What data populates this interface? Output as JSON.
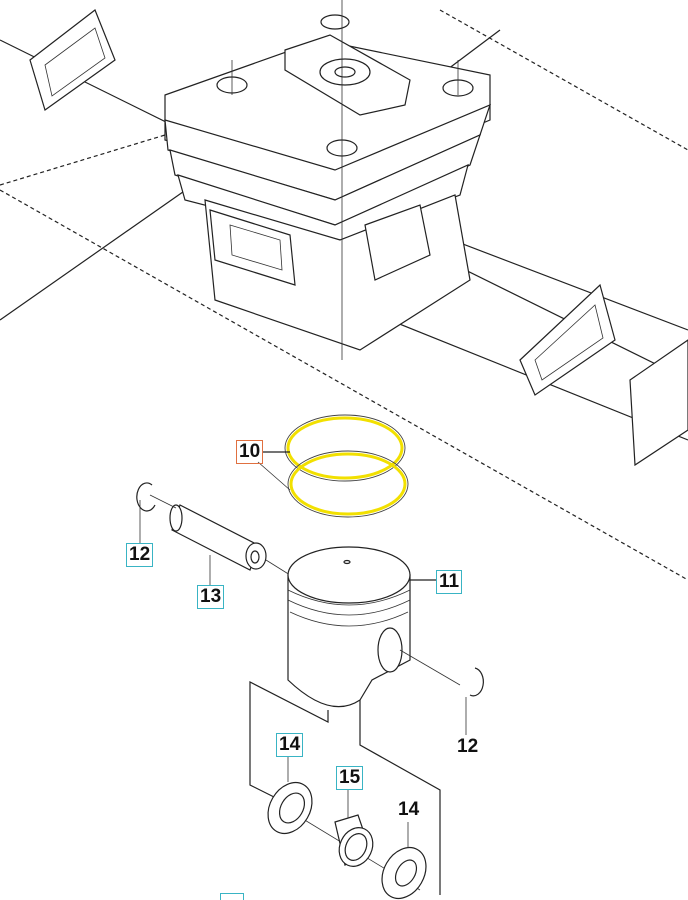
{
  "diagram": {
    "title": "Piston assembly exploded view",
    "callouts": [
      {
        "id": "10",
        "label": "10",
        "style": "selected"
      },
      {
        "id": "11",
        "label": "11",
        "style": "boxed"
      },
      {
        "id": "12a",
        "label": "12",
        "style": "boxed"
      },
      {
        "id": "12b",
        "label": "12",
        "style": "plain"
      },
      {
        "id": "13",
        "label": "13",
        "style": "boxed"
      },
      {
        "id": "14a",
        "label": "14",
        "style": "boxed"
      },
      {
        "id": "15",
        "label": "15",
        "style": "boxed"
      },
      {
        "id": "14b",
        "label": "14",
        "style": "plain"
      }
    ],
    "colors": {
      "highlight": "#f2e000",
      "selected_border": "#e07040",
      "callout_border": "#39b4c4"
    }
  }
}
